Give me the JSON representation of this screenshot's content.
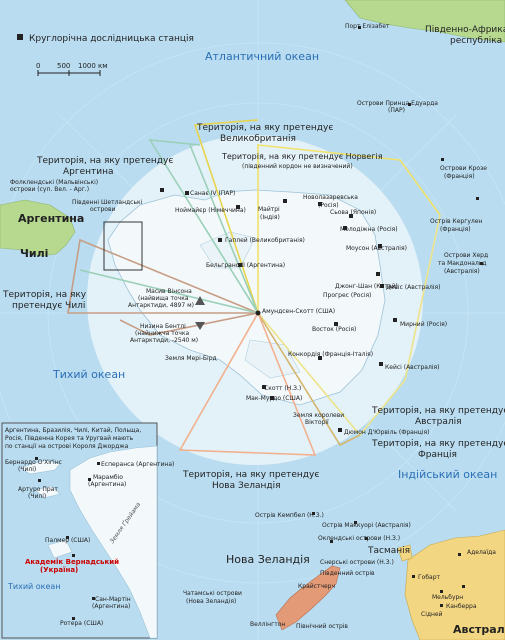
{
  "legend": {
    "station_label": "Круглорічна дослідницька станція",
    "scale_ticks": [
      "0",
      "500",
      "1000 км"
    ]
  },
  "oceans": {
    "atlantic": "Атлантичний океан",
    "pacific": "Тихий океан",
    "indian": "Індійський океан",
    "pacific_inset": "Тихий океан"
  },
  "countries": {
    "argentina": "Аргентина",
    "chile": "Чилі",
    "new_zealand": "Нова Зеландія",
    "australia": "Австралія",
    "tasmania": "Тасманія",
    "south_africa": "Південно-Африканська республіка"
  },
  "claims": {
    "uk": "Територія, на яку претендує Великобританія",
    "argentina": "Територія, на яку претендує Аргентина",
    "chile": "Територія, на яку претендує Чилі",
    "norway": "Територія, на яку претендує Норвегія",
    "norway_note": "(південний кордон не визначений)",
    "australia": "Територія, на яку претендує Австралія",
    "france": "Територія, на яку претендує Франція",
    "new_zealand": "Територія, на яку претендує Нова Зеландія"
  },
  "islands": {
    "port_elizabeth": "Порт Елізабет",
    "prince_edward": "Острови Принца Едуарда (ПАР)",
    "crozet": "Острови Крозе (Франція)",
    "kerguelen": "Острів Кергулен (Франція)",
    "heard": "Острови Херд та Макдональд (Австралія)",
    "falklands": "Фолклендські (Мальвінські) острови (суп. Вел. - Арг.)",
    "south_shetland": "Південні Шетландські острови",
    "macquarie": "Острів Маккуорі (Австралія)",
    "campbell": "Острів Кемпбел (Н.З.)",
    "auckland": "Оклендські острови (Н.З.)",
    "snares": "Снерські острови (Н.З.)",
    "chatham": "Чатамські острови (Нова Зеландія)",
    "south_island": "Південний острів",
    "north_island": "Північний острів"
  },
  "stations": {
    "sanae": "Санає IV (ПАР)",
    "neumayer": "Ноймайєр (Німеччина)",
    "maitri": "Майтрі (Індія)",
    "novolazarevska": "Новолазаревська (Росія)",
    "syowa": "Сьова (Японія)",
    "molodizhna": "Молодіжна (Росія)",
    "halley": "Гаплей (Великобританія)",
    "belgrano": "Бельграно II (Аргентина)",
    "mawson": "Моусон (Австралія)",
    "zhongshan": "Джонг-Шан (Китай)",
    "progress": "Прогрес (Росія)",
    "davis": "Девіс (Австралія)",
    "amundsen_scott": "Амундсен-Скотт (США)",
    "mirny": "Мирний (Росія)",
    "vostok": "Восток (Росія)",
    "concordia": "Конкордія (Франція-Італія)",
    "casey": "Кейсі (Австралія)",
    "scott": "Скотт (Н.З.)",
    "mcmurdo": "Мак-Мурдо (США)",
    "dumont": "Дюмон Д'Юрвіль (Франція)"
  },
  "features": {
    "vinson": "Масив Вінсона (найвища точка Антарктиди, 4897 м)",
    "bentley": "Низина Бентлі (найнижча точка Антарктиди, -2540 м)",
    "marie_byrd": "Земля Мері-Бірд",
    "victoria_land": "Земля королеви Вікторії"
  },
  "cities": {
    "hobart": "Гобарт",
    "melbourne": "Мельбурн",
    "canberra": "Канберра",
    "sydney": "Сідней",
    "adelaide": "Аделаїда",
    "wellington": "Веллінгтон",
    "christchurch": "Крайстчерч"
  },
  "inset": {
    "caption": "Аргентина, Бразилія, Чилі, Китай, Польща, Росія, Південна Корея та Уругвай мають по станції на острові Короля Джорджа",
    "bernardo": "Бернардо О'Хіґінс (Чилі)",
    "esperanza": "Есперанса (Аргентина)",
    "marambio": "Марамбіо (Аргентина)",
    "arturo_prat": "Артуро Прат (Чилі)",
    "palmer": "Палмер (США)",
    "vernadsky": "Академік Вернадський (Україна)",
    "san_martin": "Сан-Мартін (Аргентина)",
    "rothera": "Ротера (США)",
    "graham_land": "Земля Ґрейама",
    "colors": {
      "highlight": "#cc0000"
    }
  },
  "colors": {
    "ocean": "#b9dcf0",
    "ice": "#eef6fa",
    "land": "#b7d98f",
    "station": "#222222",
    "ocean_label": "#2a6fb5",
    "uk_line": "#e8d44d",
    "norway_line": "#f0e26a",
    "australia_line": "#eee38a",
    "argentina_line": "#9bd0b8",
    "chile_line": "#c79e85",
    "nz_line": "#f1b18f",
    "france_line": "#d4b56c"
  }
}
